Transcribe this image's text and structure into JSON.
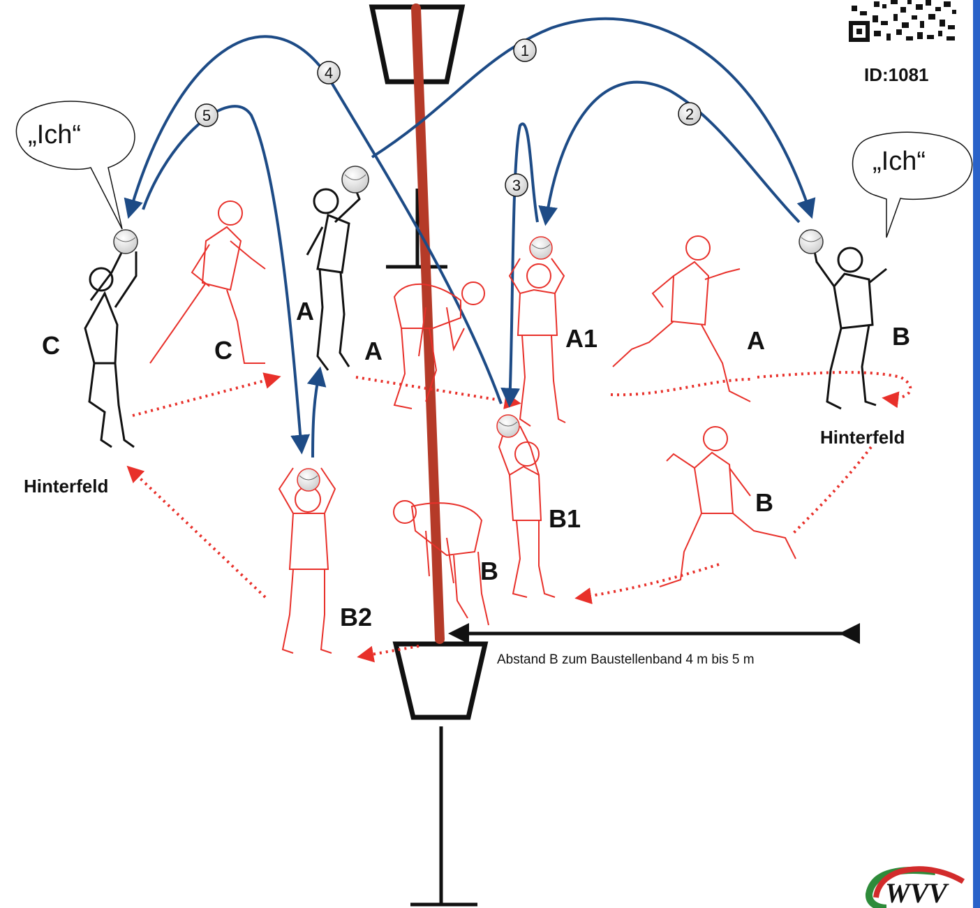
{
  "id_label": "ID:1081",
  "speech_left": "„Ich“",
  "speech_right": "„Ich“",
  "labels": {
    "c_black": "C",
    "c_red": "C",
    "a_black": "A",
    "a_red_bent": "A",
    "a1": "A1",
    "a_runner": "A",
    "b_black": "B",
    "b2": "B2",
    "b_red_bent": "B",
    "b1": "B1",
    "b_runner": "B"
  },
  "hinterfeld_left": "Hinterfeld",
  "hinterfeld_right": "Hinterfeld",
  "pass_numbers": [
    "1",
    "2",
    "3",
    "4",
    "5"
  ],
  "distance_note": "Abstand B zum Baustellenband 4 m bis 5 m",
  "logo_text": "WVV",
  "colors": {
    "pass_arrow": "#1d4b86",
    "run_path": "#e8302a",
    "tape": "#b53a28",
    "accent_bar": "#2a62c9"
  }
}
